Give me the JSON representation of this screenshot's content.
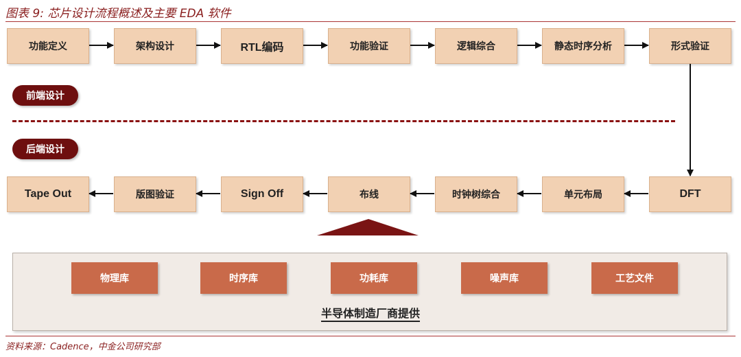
{
  "title": "图表 9: 芯片设计流程概述及主要 EDA 软件",
  "frontend_label": "前端设计",
  "backend_label": "后端设计",
  "frontend_steps": [
    "功能定义",
    "架构设计",
    "RTL编码",
    "功能验证",
    "逻辑综合",
    "静态时序分析",
    "形式验证"
  ],
  "backend_steps": [
    "Tape Out",
    "版图验证",
    "Sign Off",
    "布线",
    "时钟树综合",
    "单元布局",
    "DFT"
  ],
  "libraries": [
    "物理库",
    "时序库",
    "功耗库",
    "噪声库",
    "工艺文件"
  ],
  "provider_label": "半导体制造厂商提供",
  "source": "资料来源：Cadence，中金公司研究部",
  "colors": {
    "step_box": "#f2d1b3",
    "library_box": "#c96a4a",
    "phase_pill": "#6e0f0f",
    "title": "#8a1f1f"
  }
}
